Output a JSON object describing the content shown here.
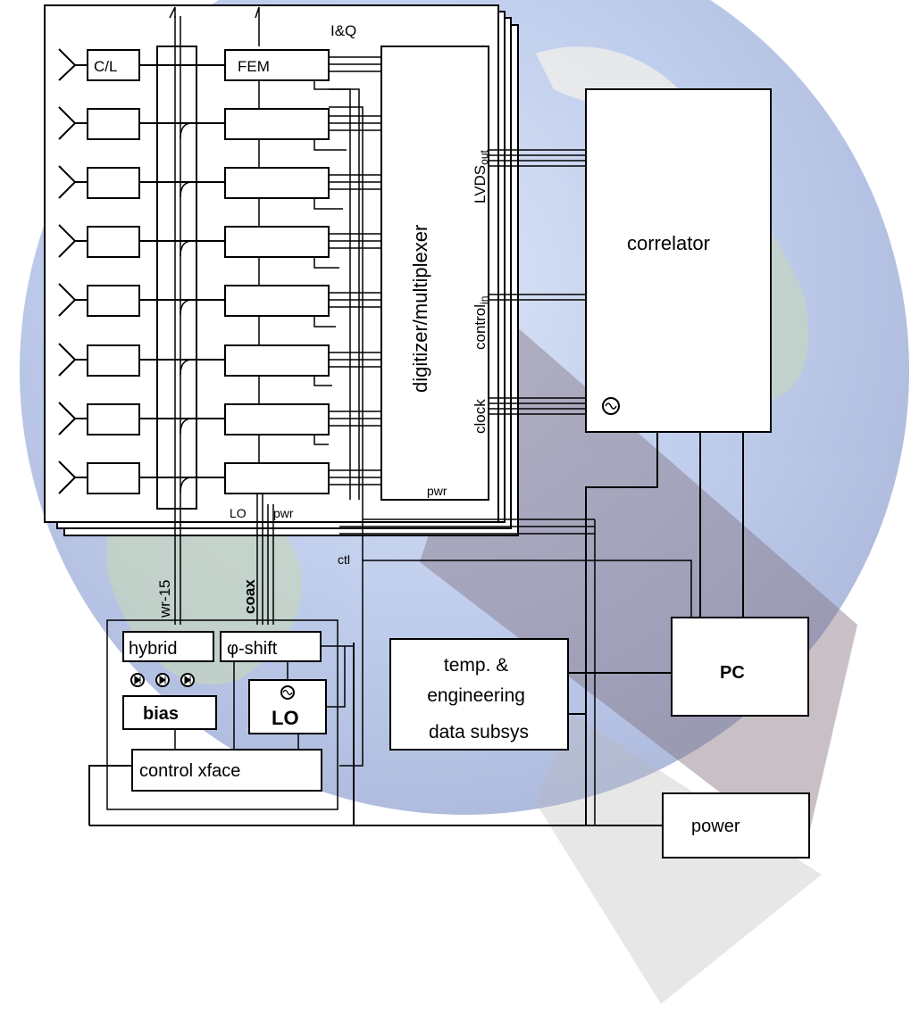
{
  "labels": {
    "iq": "I&Q",
    "cl": "C/L",
    "fem": "FEM",
    "digitizer": "digitizer/multiplexer",
    "lvds": "LVDS",
    "lvds_sub": "out",
    "control_in": "control",
    "control_in_sub": "in",
    "clock": "clock",
    "correlator": "correlator",
    "pwr_dig": "pwr",
    "lo_bus": "LO",
    "pwr_bus": "pwr",
    "ctl": "ctl",
    "wr15": "wr-15",
    "coax": "coax",
    "hybrid": "hybrid",
    "phi_shift": "φ-shift",
    "bias": "bias",
    "lo": "LO",
    "control_xface": "control xface",
    "temp_eng": "temp. & engineering data subsys",
    "temp_line1": "temp. &",
    "temp_line2": "engineering",
    "temp_line3": "data  subsys",
    "pc": "PC",
    "power": "power"
  },
  "icons": {
    "sine_symbol": "sine-wave-icon",
    "diode_symbol": "diode-icon"
  },
  "colors": {
    "earth_ocean": "#3f68c2",
    "earth_land": "#5e8a3c",
    "panel": "#8a7a86"
  }
}
